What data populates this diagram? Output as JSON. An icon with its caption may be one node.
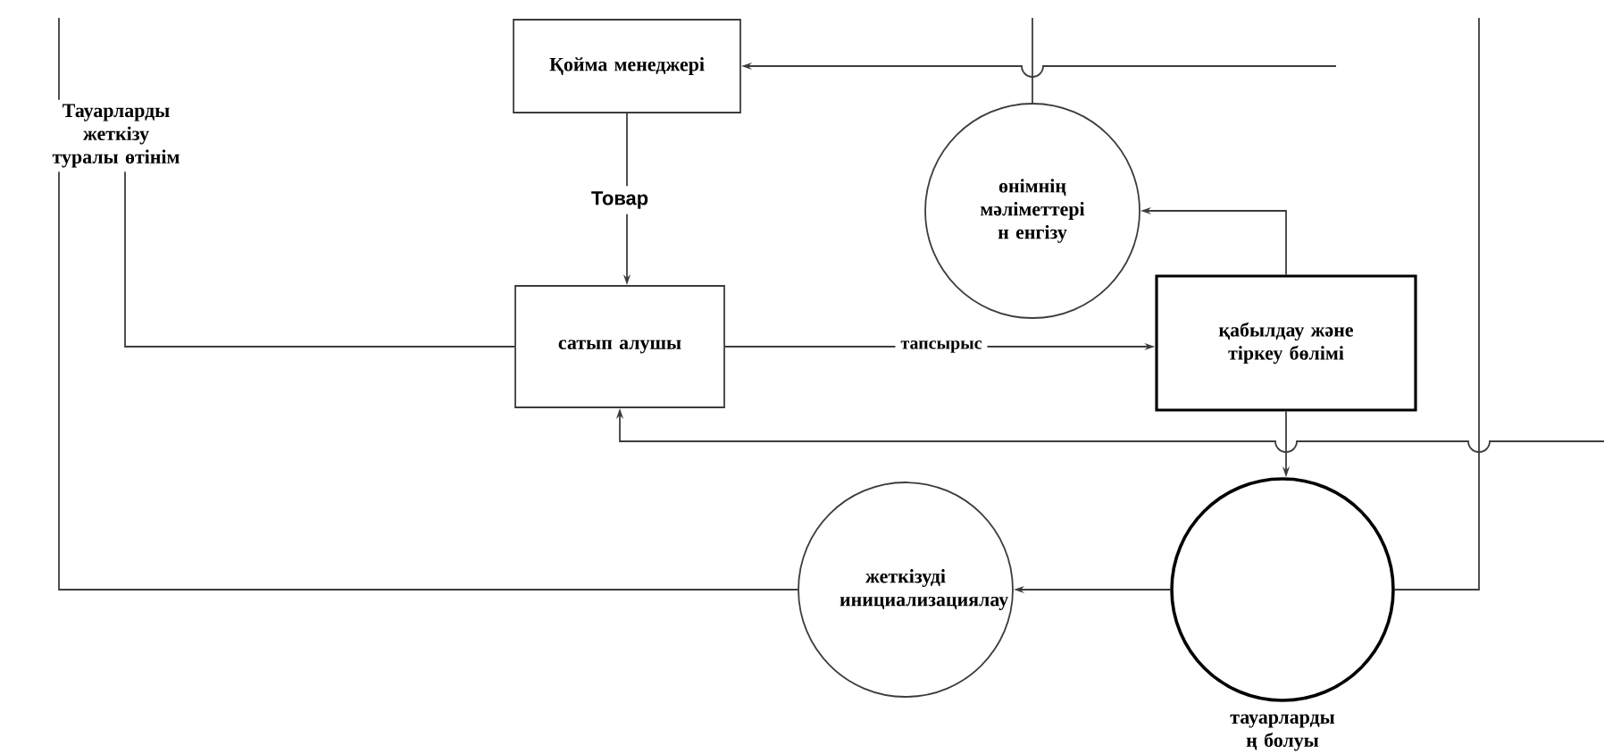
{
  "diagram": {
    "nodes": [
      {
        "text": [
          "Тауарларды жеткізу туралы өтінім"
        ]
      },
      {
        "text": [
          "Қойма менеджері"
        ]
      },
      {
        "text": [
          "өнімнің мәліметтері н енгізу"
        ]
      },
      {
        "text": [
          "сатып алушы"
        ]
      },
      {
        "text": [
          "қабылдау және тіркеу бөлімі"
        ]
      },
      {
        "text": [
          "жеткізуді инициализациялау"
        ]
      },
      {
        "text": [],
        "shape": "circle",
        "beside": [
          "тауарларды ң болуы"
        ]
      }
    ],
    "edges": [
      {
        "from": null,
        "to": 1,
        "arrow": "to"
      },
      {
        "from": null,
        "to": 2,
        "arrow": "none"
      },
      {
        "from": 1,
        "to": 3,
        "arrow": "to",
        "label": "Товар"
      },
      {
        "from": 3,
        "to": 4,
        "arrow": "to",
        "label": "тапсырыс"
      },
      {
        "from": 4,
        "to": 2,
        "arrow": "to"
      },
      {
        "from": 4,
        "to": 6,
        "arrow": "to"
      },
      {
        "from": null,
        "to": 3,
        "arrow": "to"
      },
      {
        "from": null,
        "to": 6,
        "arrow": "none"
      },
      {
        "from": 6,
        "to": 5,
        "arrow": "to"
      },
      {
        "from": 0,
        "to": 5,
        "arrow": "none"
      },
      {
        "from": 0,
        "to": 3,
        "arrow": "none"
      },
      {
        "from": null,
        "to": 0,
        "arrow": "none"
      }
    ]
  }
}
